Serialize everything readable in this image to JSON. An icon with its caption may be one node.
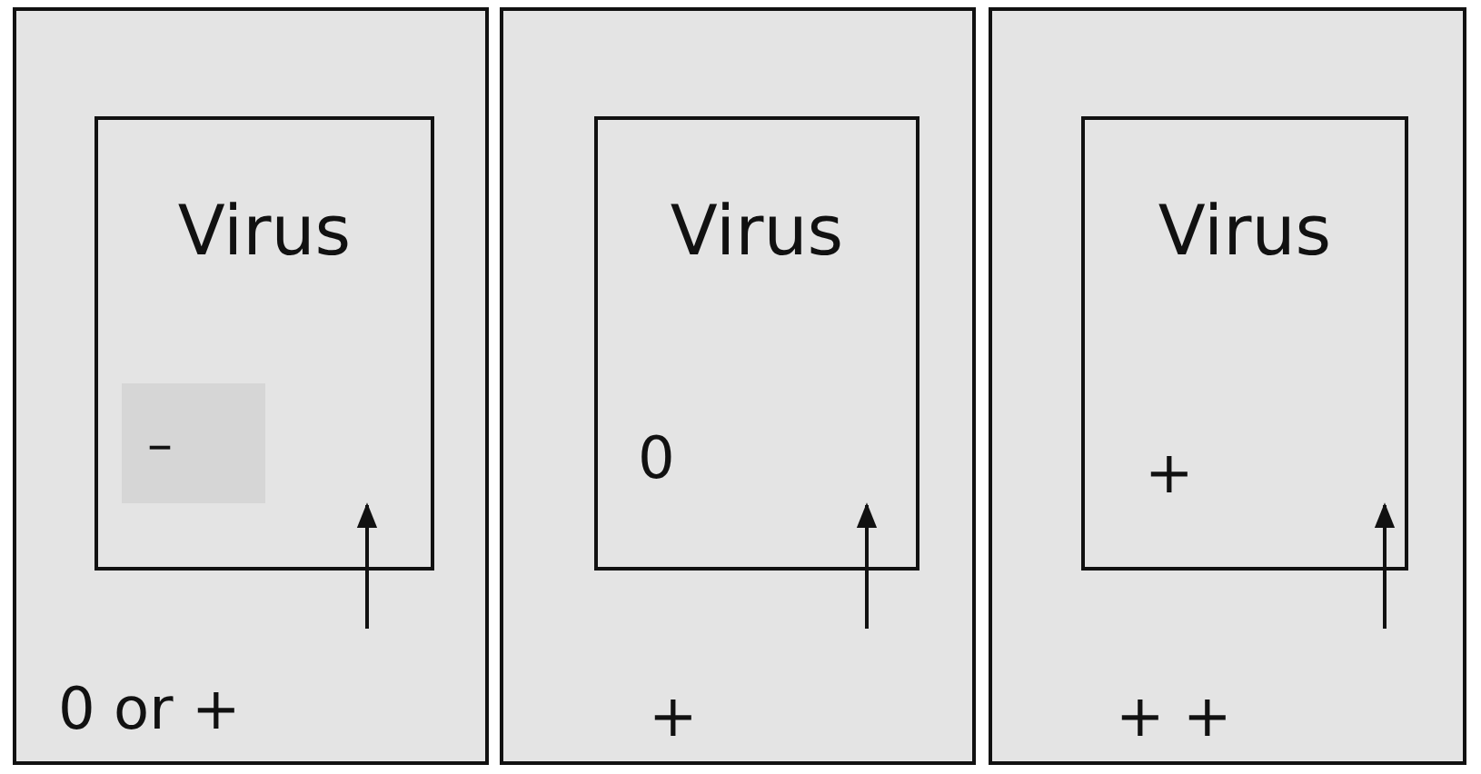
{
  "diagram": {
    "nodes": [
      {
        "text": [
          "0 or +"
        ]
      },
      {
        "text": [
          "Virus"
        ],
        "in": 0
      },
      {
        "text": [
          "–"
        ],
        "in": 1
      },
      {
        "text": [
          "+"
        ]
      },
      {
        "text": [
          "Virus",
          "0"
        ],
        "in": 3
      },
      {
        "text": [
          "+ +"
        ]
      },
      {
        "text": [
          "Virus",
          "+"
        ],
        "in": 5
      }
    ],
    "edges": [
      {
        "from": null,
        "to": 1,
        "arrow": "to"
      },
      {
        "from": null,
        "to": 4,
        "arrow": "to"
      },
      {
        "from": null,
        "to": 6,
        "arrow": "to"
      }
    ]
  }
}
